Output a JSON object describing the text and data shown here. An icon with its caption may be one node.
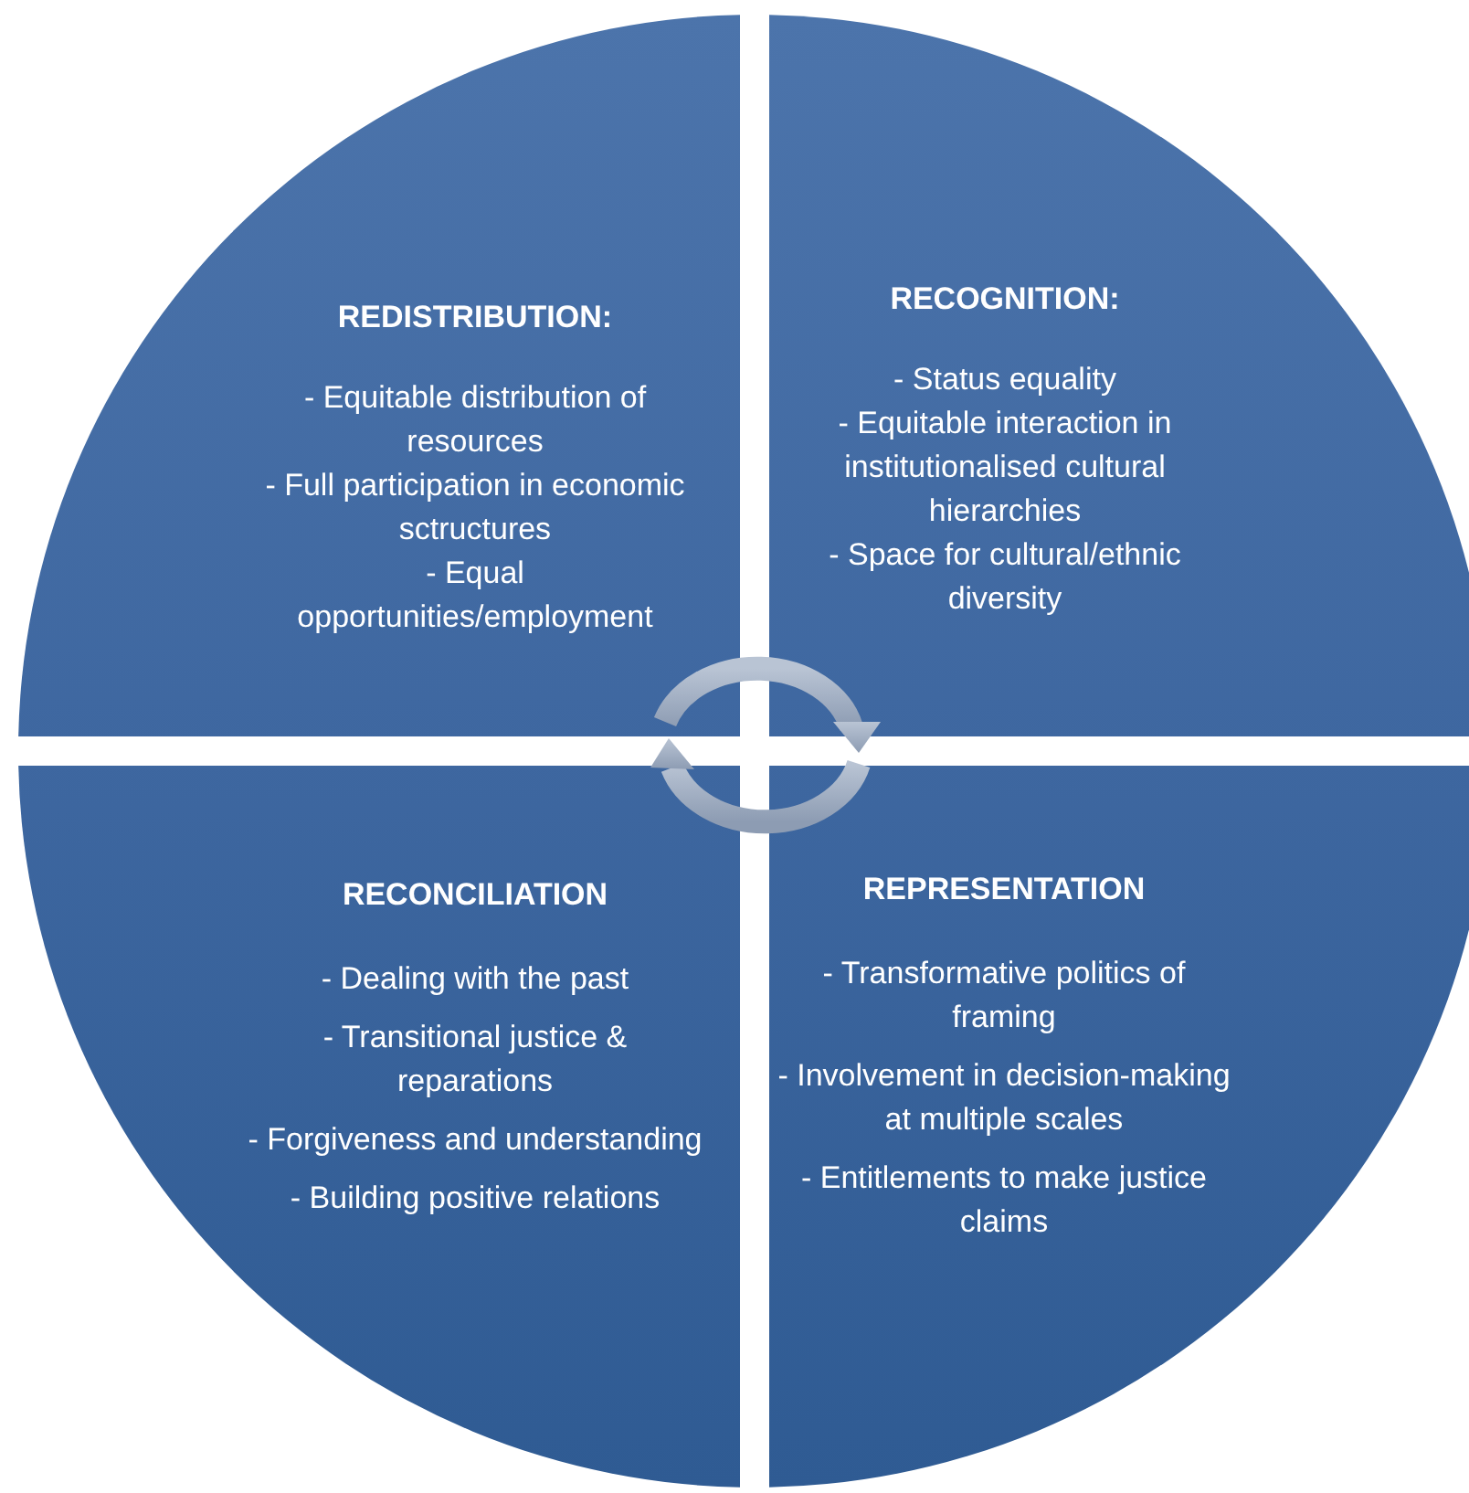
{
  "diagram": {
    "nodes": [
      {
        "text": [
          "REDISTRIBUTION:",
          "- Equitable distribution of resources",
          "- Full participation in economic sctructures",
          "- Equal opportunities/employment"
        ]
      },
      {
        "text": [
          "RECOGNITION:",
          "- Status equality",
          "- Equitable interaction in institutionalised cultural hierarchies",
          "- Space for cultural/ethnic diversity"
        ]
      },
      {
        "text": [
          "RECONCILIATION",
          "- Dealing with the past",
          "- Transitional justice & reparations",
          "- Forgiveness and understanding",
          "- Building positive relations"
        ]
      },
      {
        "text": [
          "REPRESENTATION",
          "- Transformative politics of framing",
          "- Involvement in decision-making at multiple scales",
          "- Entitlements to make justice claims"
        ]
      }
    ]
  }
}
